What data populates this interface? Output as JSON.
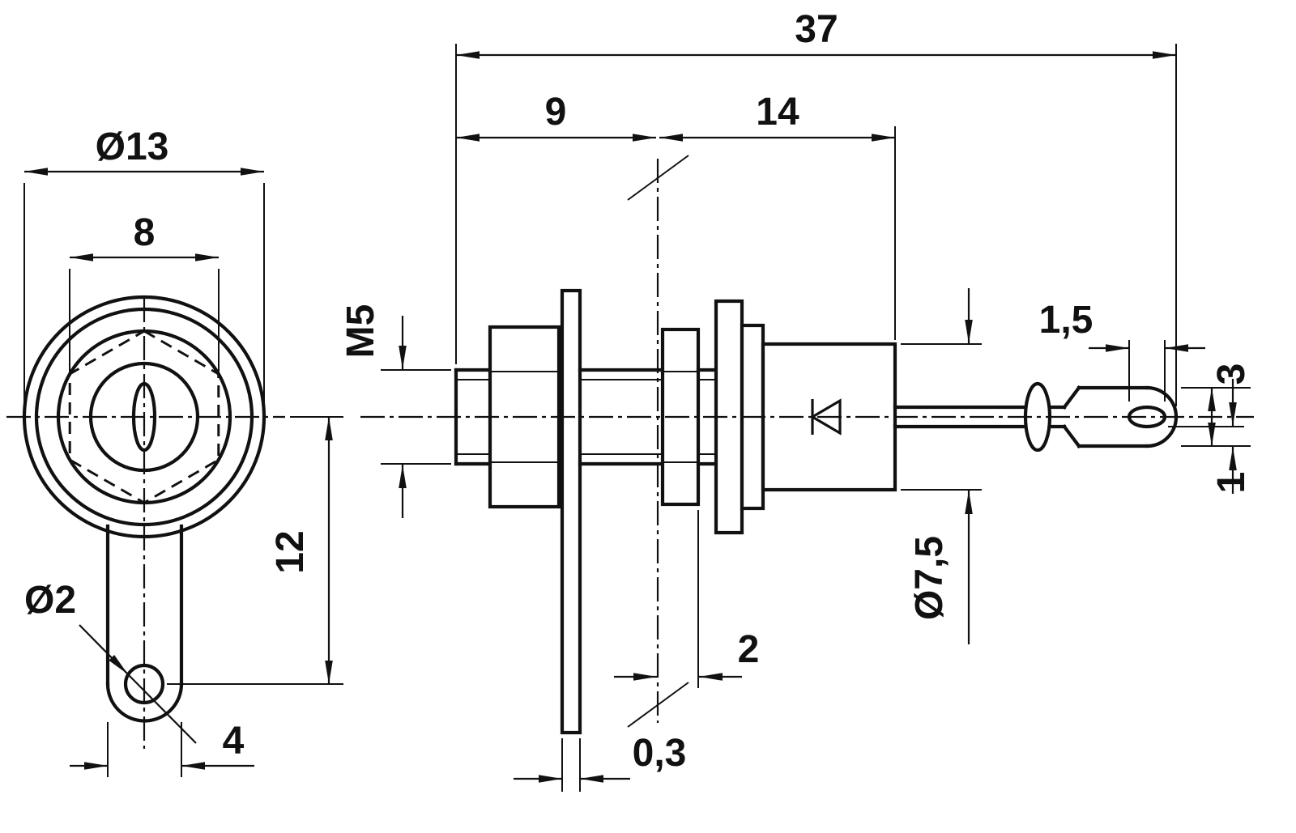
{
  "drawing": {
    "front_view": {
      "flange_diameter": "Ø13",
      "hex_width": "8",
      "hole_diameter": "Ø2",
      "lug_length": "12",
      "lug_width": "4"
    },
    "side_view": {
      "overall_length": "37",
      "front_length": "9",
      "body_length": "14",
      "thread": "M5",
      "hole_length": "1,5",
      "terminal_width": "3",
      "terminal_rim": "1",
      "body_diameter": "Ø7,5",
      "nut_offset": "2",
      "tag_thickness": "0,3"
    }
  }
}
